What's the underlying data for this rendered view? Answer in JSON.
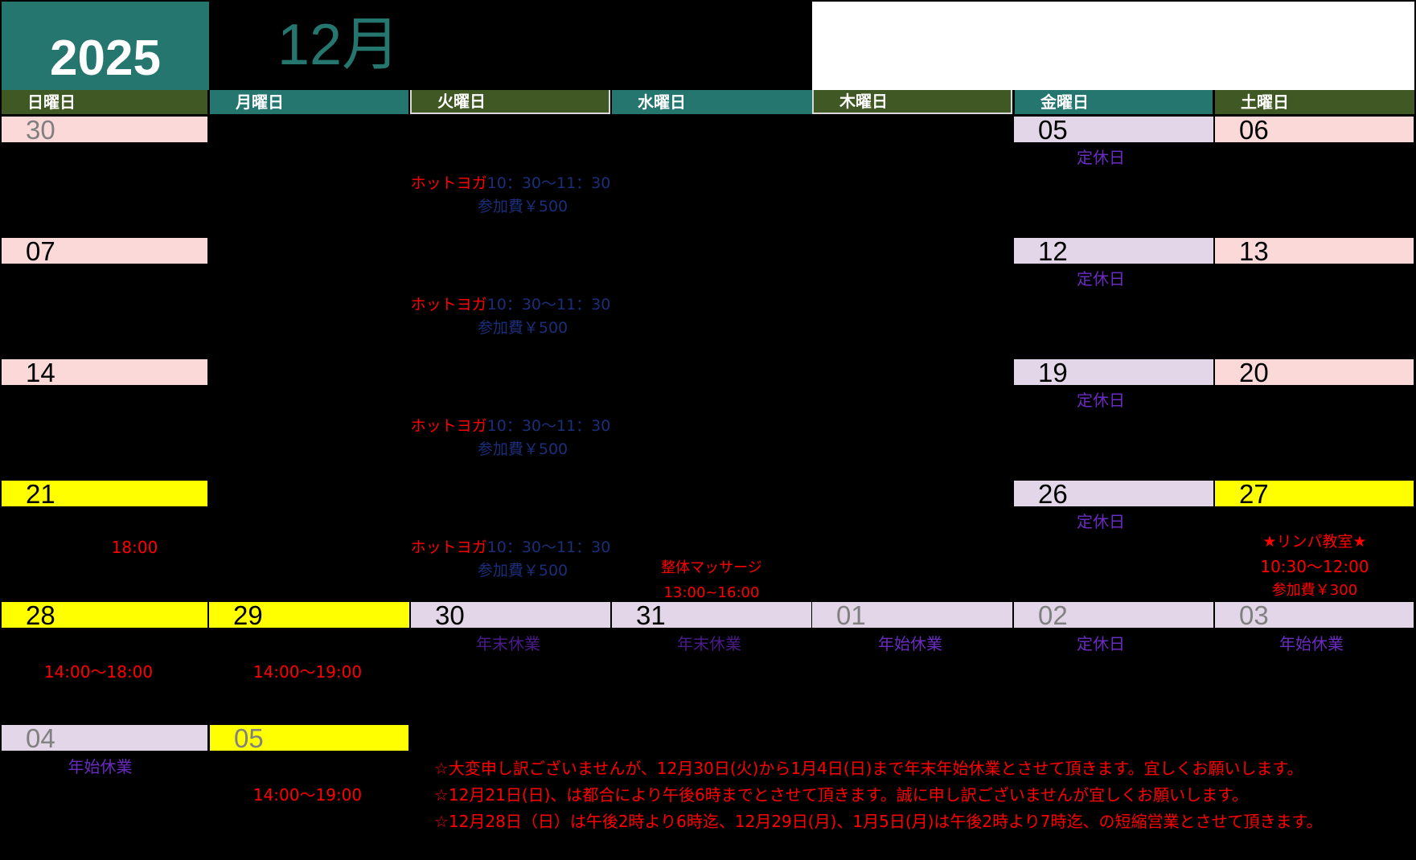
{
  "header": {
    "year": "2025",
    "month": "12月"
  },
  "weekdays": [
    "日曜日",
    "月曜日",
    "火曜日",
    "水曜日",
    "木曜日",
    "金曜日",
    "土曜日"
  ],
  "weeks": [
    {
      "dates": [
        "30",
        "",
        "",
        "",
        "",
        "05",
        "06"
      ]
    },
    {
      "dates": [
        "07",
        "",
        "",
        "",
        "",
        "12",
        "13"
      ]
    },
    {
      "dates": [
        "14",
        "",
        "",
        "",
        "",
        "19",
        "20"
      ]
    },
    {
      "dates": [
        "21",
        "",
        "",
        "",
        "",
        "26",
        "27"
      ]
    },
    {
      "dates": [
        "28",
        "29",
        "30",
        "31",
        "01",
        "02",
        "03"
      ]
    },
    {
      "dates": [
        "04",
        "05"
      ]
    }
  ],
  "events": {
    "closed_day": "定休日",
    "year_end_closed": "年末休業",
    "new_year_closed": "年始休業",
    "hot_yoga_name": "ホットヨガ",
    "hot_yoga_time": "10：30～11：30",
    "hot_yoga_fee": "参加費￥500",
    "dec21_close": "18:00",
    "massage_name": "整体マッサージ",
    "massage_time": "13:00~16:00",
    "lymph_name": "★リンパ教室★",
    "lymph_time": "10:30～12:00",
    "lymph_fee": "参加費￥300",
    "dec28_hours": "14:00～18:00",
    "dec29_hours": "14:00～19:00",
    "jan5_hours": "14:00～19:00"
  },
  "notices": [
    "☆大変申し訳ございませんが、12月30日(火)から1月4日(日)まで年末年始休業とさせて頂きます。宜しくお願いします。",
    "☆12月21日(日)、は都合により午後6時までとさせて頂きます。誠に申し訳ございませんが宜しくお願いします。",
    "☆12月28日（日）は午後2時より6時迄、12月29日(月)、1月5日(月)は午後2時より7時迄、の短縮営業とさせて頂きます。"
  ],
  "colors": {
    "teal": "#267670",
    "olive": "#405823",
    "pink": "#fcd9d9",
    "lavender": "#e3d6e8",
    "yellow": "#ffff00",
    "red": "#ff0000"
  }
}
